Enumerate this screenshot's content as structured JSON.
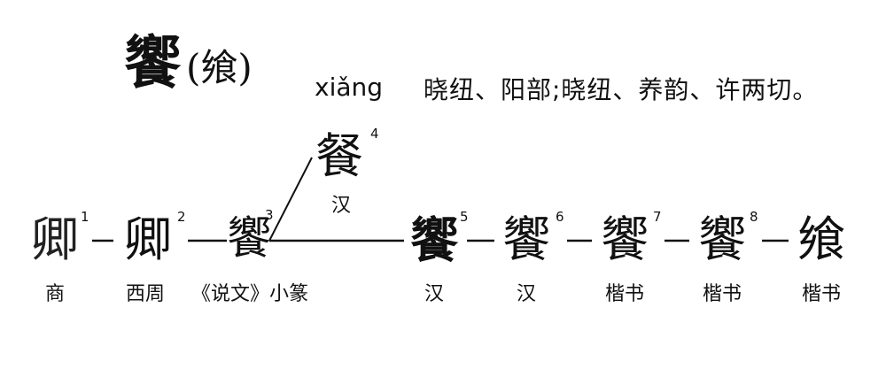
{
  "header": {
    "character": "饗",
    "variant": "(飨)",
    "pinyin": "xiǎng",
    "fanqie": "晓纽、阳部;晓纽、养韵、许两切。"
  },
  "forms": [
    {
      "glyph": "卿",
      "index": "1",
      "label": "商"
    },
    {
      "glyph": "卿",
      "index": "2",
      "label": "西周"
    },
    {
      "glyph": "饗",
      "index": "3",
      "label": "《说文》小篆"
    },
    {
      "glyph": "餐",
      "index": "4",
      "label": "汉"
    },
    {
      "glyph": "饗",
      "index": "5",
      "label": "汉"
    },
    {
      "glyph": "饗",
      "index": "6",
      "label": "汉"
    },
    {
      "glyph": "饗",
      "index": "7",
      "label": "楷书"
    },
    {
      "glyph": "饗",
      "index": "8",
      "label": "楷书"
    },
    {
      "glyph": "飨",
      "index": "",
      "label": "楷书"
    }
  ]
}
